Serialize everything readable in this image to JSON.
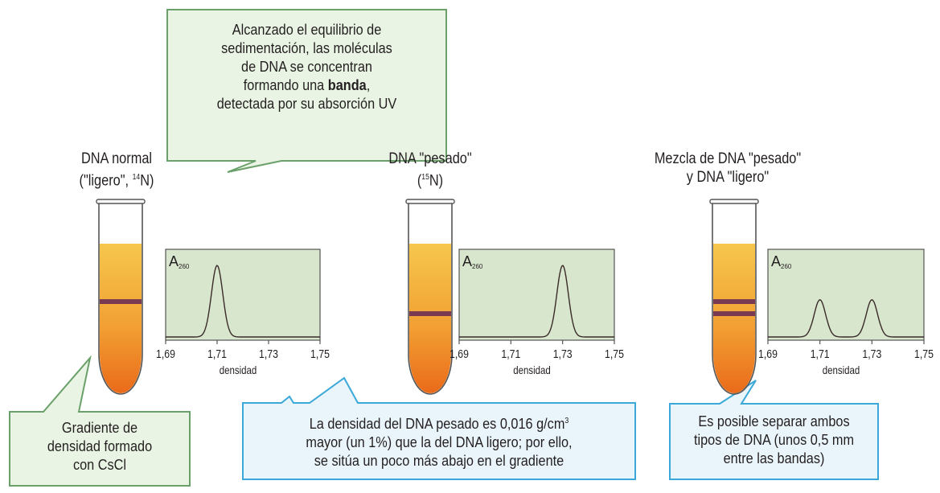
{
  "top_callout": {
    "lines": [
      "Alcanzado el equilibrio de",
      "sedimentación, las moléculas",
      "de DNA se concentran",
      "formando una ",
      "banda",
      ",",
      "detectada por su absorción UV"
    ]
  },
  "tubes": [
    {
      "title_line1": "DNA normal",
      "title_line2": "(\"ligero\", ",
      "title_sup": "14",
      "title_end": "N)"
    },
    {
      "title_line1": "DNA \"pesado\"",
      "title_line2": "(",
      "title_sup": "15",
      "title_end": "N)"
    },
    {
      "title_line1": "Mezcla de DNA \"pesado\"",
      "title_line2": "y DNA \"ligero\"",
      "title_sup": "",
      "title_end": ""
    }
  ],
  "bottom_callouts": [
    {
      "lines": [
        "Gradiente de",
        "densidad formado",
        "con CsCl"
      ]
    },
    {
      "line1": "La densidad del DNA pesado es 0,016 g/cm",
      "line1_sup": "3",
      "line2": "mayor (un 1%) que la del DNA ligero; por ello,",
      "line3": "se sitúa un poco más abajo en el gradiente"
    },
    {
      "lines": [
        "Es posible separar ambos",
        "tipos de DNA (unos 0,5 mm",
        "entre las bandas)"
      ]
    }
  ],
  "colors": {
    "callout_border_green": "#6aa06a",
    "callout_fill_green": "#eaf4e4",
    "callout_border_blue": "#3aa8d8",
    "callout_fill_blue": "#eaf5fb",
    "graph_fill": "#d7e6cc",
    "band": "#7a3a52",
    "liquid_top": "#f6c74c",
    "liquid_bottom": "#ea6a1a"
  },
  "chart_data": [
    {
      "type": "line",
      "ylabel": "A",
      "ylabel_sub": "260",
      "xlabel": "densidad",
      "xticks": [
        "1,69",
        "1,71",
        "1,73",
        "1,75"
      ],
      "xlim": [
        1.69,
        1.75
      ],
      "peaks": [
        {
          "x": 1.71,
          "height": 1.0
        }
      ]
    },
    {
      "type": "line",
      "ylabel": "A",
      "ylabel_sub": "260",
      "xlabel": "densidad",
      "xticks": [
        "1,69",
        "1,71",
        "1,73",
        "1,75"
      ],
      "xlim": [
        1.69,
        1.75
      ],
      "peaks": [
        {
          "x": 1.73,
          "height": 1.0
        }
      ]
    },
    {
      "type": "line",
      "ylabel": "A",
      "ylabel_sub": "260",
      "xlabel": "densidad",
      "xticks": [
        "1,69",
        "1,71",
        "1,73",
        "1,75"
      ],
      "xlim": [
        1.69,
        1.75
      ],
      "peaks": [
        {
          "x": 1.71,
          "height": 0.52
        },
        {
          "x": 1.73,
          "height": 0.52
        }
      ]
    }
  ]
}
